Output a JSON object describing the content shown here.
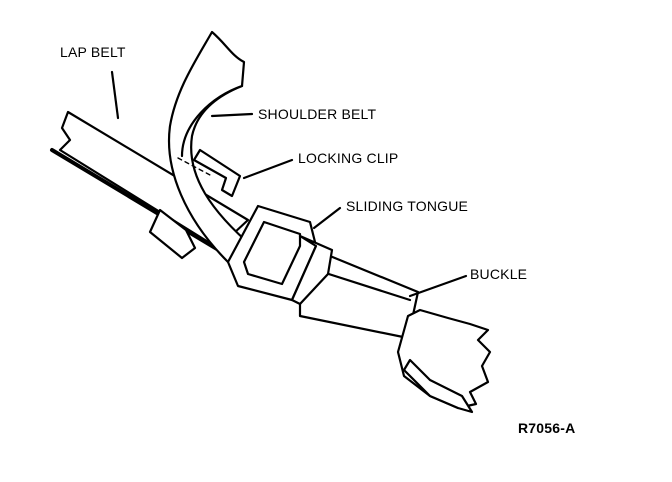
{
  "labels": {
    "lap_belt": "LAP BELT",
    "shoulder_belt": "SHOULDER BELT",
    "locking_clip": "LOCKING CLIP",
    "sliding_tongue": "SLIDING TONGUE",
    "buckle": "BUCKLE"
  },
  "figure_code": "R7056-A",
  "colors": {
    "ink": "#000000",
    "paper": "#ffffff"
  }
}
